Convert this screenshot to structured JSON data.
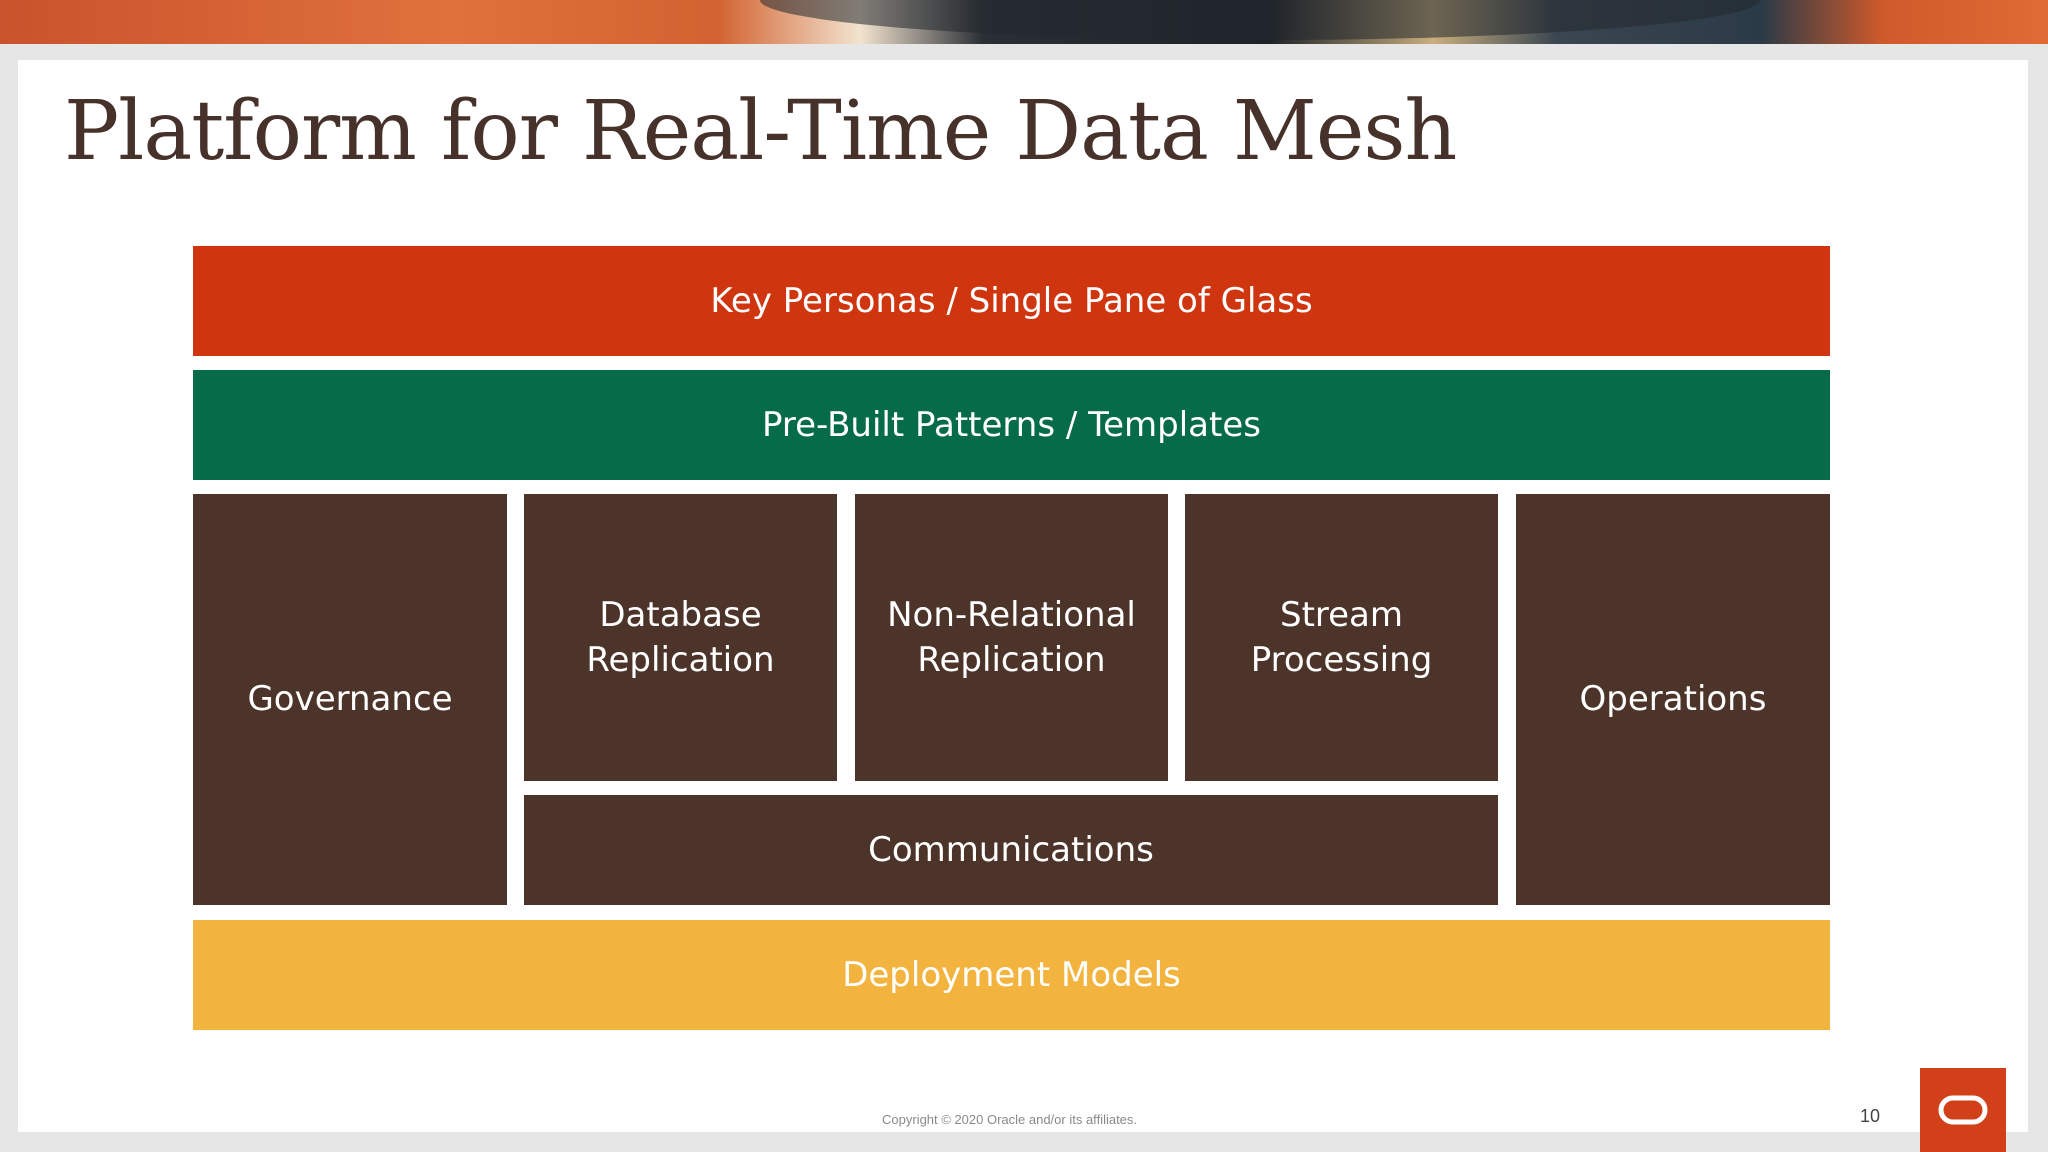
{
  "slide": {
    "title": "Platform for Real-Time Data Mesh",
    "footer": "Copyright © 2020 Oracle and/or its affiliates.",
    "page_number": "10"
  },
  "colors": {
    "top_band": "#cf3610",
    "patterns_band": "#066b48",
    "core_blocks": "#4d342a",
    "bottom_band": "#f3b43f",
    "title_text": "#46322a",
    "logo": "#d2401a"
  },
  "diagram": {
    "top": "Key Personas / Single Pane of Glass",
    "patterns": "Pre-Built Patterns / Templates",
    "left": "Governance",
    "center": [
      "Database\nReplication",
      "Non-Relational\nReplication",
      "Stream\nProcessing"
    ],
    "middle": "Communications",
    "right": "Operations",
    "bottom": "Deployment Models"
  },
  "logo": {
    "icon": "oracle-logo-icon"
  }
}
